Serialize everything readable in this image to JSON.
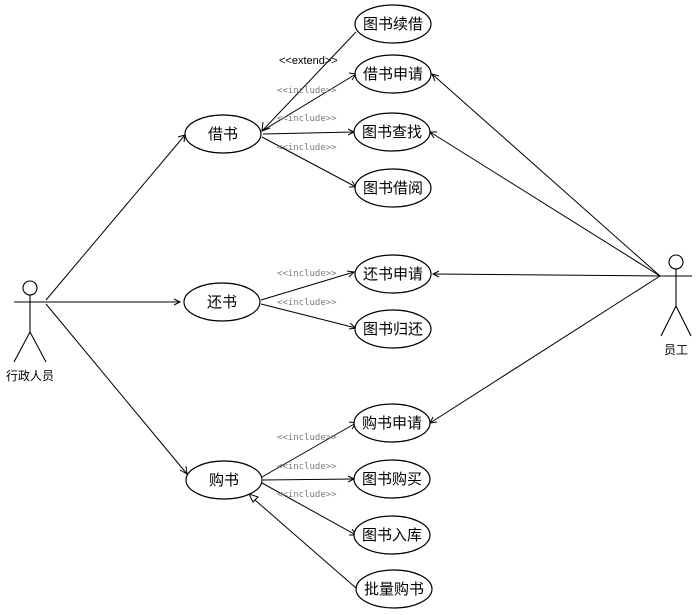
{
  "diagram": {
    "actors": {
      "admin": {
        "name": "行政人员"
      },
      "staff": {
        "name": "员工"
      }
    },
    "use_cases": {
      "borrow": "借书",
      "return": "还书",
      "purchase": "购书",
      "renew": "图书续借",
      "borrow_apply": "借书申请",
      "book_search": "图书查找",
      "book_read": "图书借阅",
      "return_apply": "还书申请",
      "book_return": "图书归还",
      "purchase_apply": "购书申请",
      "book_buy": "图书购买",
      "book_stock": "图书入库",
      "bulk_purchase": "批量购书"
    },
    "stereotypes": {
      "include": "<<include>>",
      "extend": "<<extend>>"
    }
  }
}
